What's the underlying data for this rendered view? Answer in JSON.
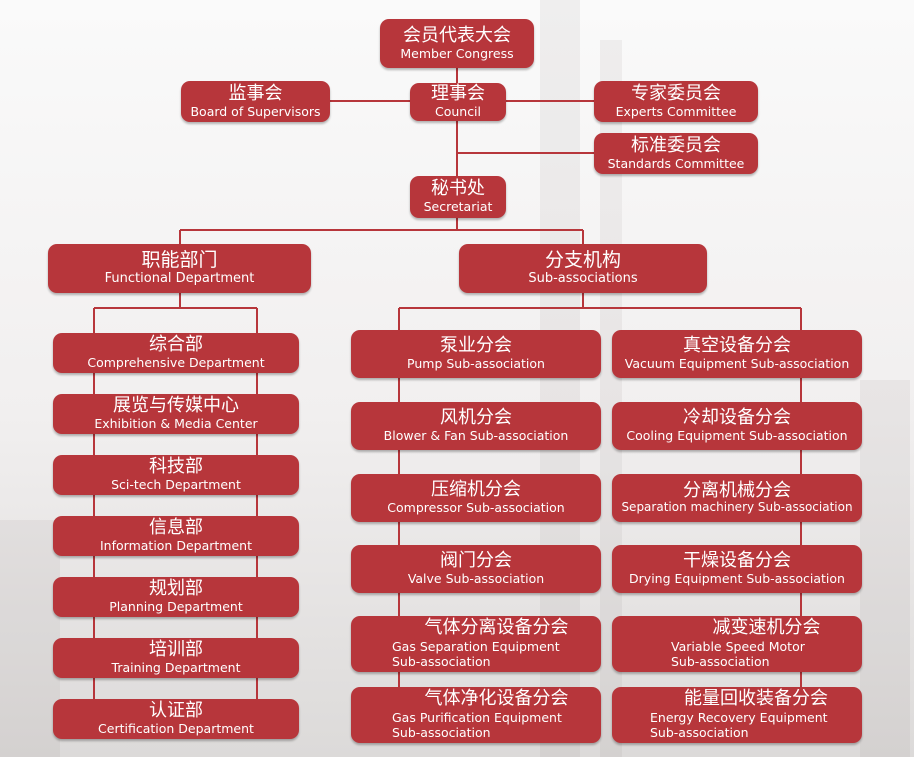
{
  "colors": {
    "box": "#b7363b",
    "line": "#b7363b",
    "text": "#ffffff"
  },
  "congress": {
    "zh": "会员代表大会",
    "en": "Member Congress"
  },
  "supervisors": {
    "zh": "监事会",
    "en": "Board of Supervisors"
  },
  "council": {
    "zh": "理事会",
    "en": "Council"
  },
  "experts": {
    "zh": "专家委员会",
    "en": "Experts Committee"
  },
  "standards": {
    "zh": "标准委员会",
    "en": "Standards Committee"
  },
  "secretariat": {
    "zh": "秘书处",
    "en": "Secretariat"
  },
  "functional": {
    "zh": "职能部门",
    "en": "Functional Department"
  },
  "subassoc": {
    "zh": "分支机构",
    "en": "Sub-associations"
  },
  "departments": [
    {
      "zh": "综合部",
      "en": "Comprehensive Department"
    },
    {
      "zh": "展览与传媒中心",
      "en": "Exhibition & Media Center"
    },
    {
      "zh": "科技部",
      "en": "Sci-tech Department"
    },
    {
      "zh": "信息部",
      "en": "Information Department"
    },
    {
      "zh": "规划部",
      "en": "Planning Department"
    },
    {
      "zh": "培训部",
      "en": "Training Department"
    },
    {
      "zh": "认证部",
      "en": "Certification Department"
    }
  ],
  "sub_left": [
    {
      "zh": "泵业分会",
      "en": "Pump Sub-association"
    },
    {
      "zh": "风机分会",
      "en": "Blower & Fan Sub-association"
    },
    {
      "zh": "压缩机分会",
      "en": "Compressor Sub-association"
    },
    {
      "zh": "阀门分会",
      "en": "Valve Sub-association"
    },
    {
      "zh": "气体分离设备分会",
      "en1": "Gas Separation Equipment",
      "en2": "Sub-association"
    },
    {
      "zh": "气体净化设备分会",
      "en1": "Gas Purification Equipment",
      "en2": "Sub-association"
    }
  ],
  "sub_right": [
    {
      "zh": "真空设备分会",
      "en": "Vacuum Equipment Sub-association"
    },
    {
      "zh": "冷却设备分会",
      "en": "Cooling Equipment Sub-association"
    },
    {
      "zh": "分离机械分会",
      "en": "Separation machinery Sub-association"
    },
    {
      "zh": "干燥设备分会",
      "en": "Drying Equipment Sub-association"
    },
    {
      "zh": "减变速机分会",
      "en1": "Variable Speed Motor",
      "en2": "Sub-association"
    },
    {
      "zh": "能量回收装备分会",
      "en1": "Energy Recovery Equipment",
      "en2": "Sub-association"
    }
  ]
}
